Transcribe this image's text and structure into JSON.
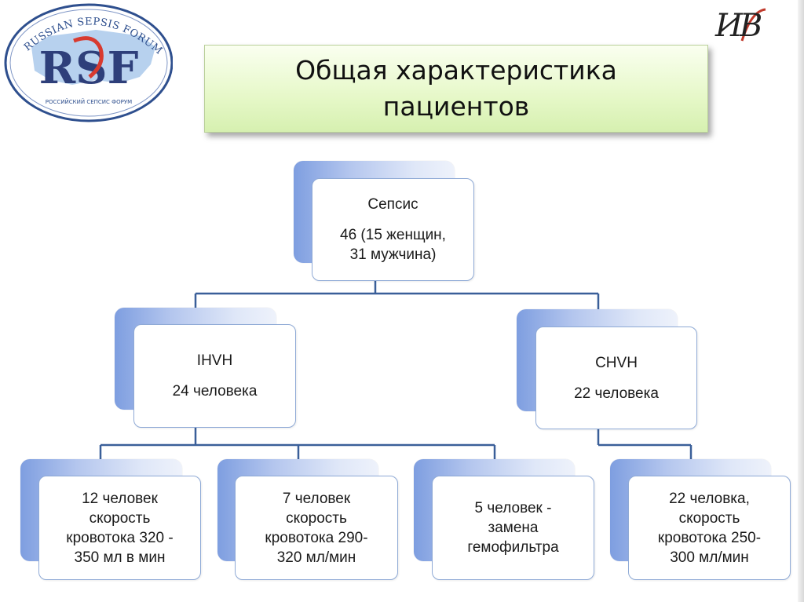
{
  "title": "Общая характеристика пациентов",
  "logo_left": {
    "top_text": "RUSSIAN SEPSIS FORUM",
    "letters": "RSF",
    "bottom_text": "РОССИЙСКИЙ СЕПСИС ФОРУМ"
  },
  "logo_right": {
    "text": "ИB"
  },
  "nodes": {
    "root": {
      "title": "Сепсис",
      "line1": "46  (15 женщин,",
      "line2": "31 мужчина)"
    },
    "ihvh": {
      "title": "IHVH",
      "line1": "24 человека"
    },
    "chvh": {
      "title": "CHVH",
      "line1": "22 человека"
    },
    "leaf1": {
      "l1": "12 человек",
      "l2": "скорость",
      "l3": "кровотока 320 -",
      "l4": "350 мл в мин"
    },
    "leaf2": {
      "l1": "7 человек",
      "l2": "скорость",
      "l3": "кровотока 290-",
      "l4": "320 мл/мин"
    },
    "leaf3": {
      "l1": "5 человек  -",
      "l2": "замена",
      "l3": "гемофильтра"
    },
    "leaf4": {
      "l1": "22 человка,",
      "l2": "скорость",
      "l3": "кровотока 250-",
      "l4": "300 мл/мин"
    }
  },
  "colors": {
    "connector": "#3a5f99",
    "node_border": "#8faad6",
    "node_back": "#9db4e8",
    "title_bg": "#e6f8c8"
  }
}
